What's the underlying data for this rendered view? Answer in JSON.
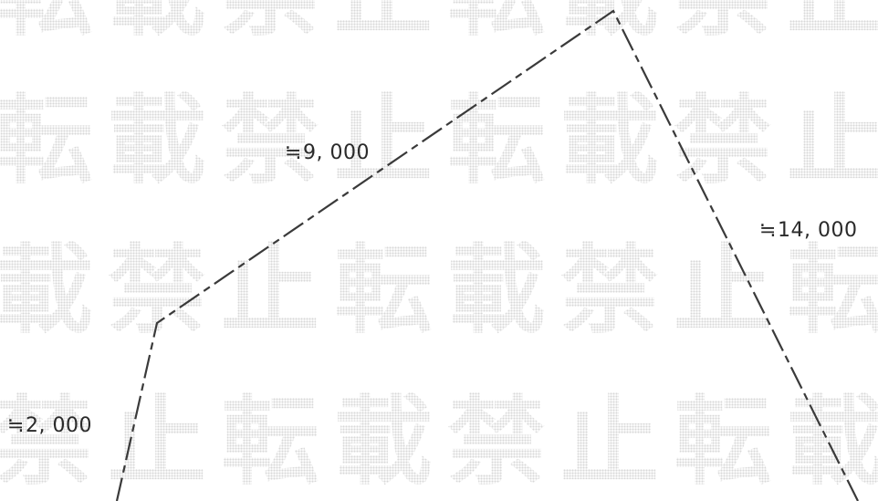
{
  "watermark": {
    "text": "転載禁止"
  },
  "diagram": {
    "segments": [
      {
        "label": "2, 000",
        "approx_symbol": "≒"
      },
      {
        "label": "9, 000",
        "approx_symbol": "≒"
      },
      {
        "label": "14, 000",
        "approx_symbol": "≒"
      }
    ]
  }
}
